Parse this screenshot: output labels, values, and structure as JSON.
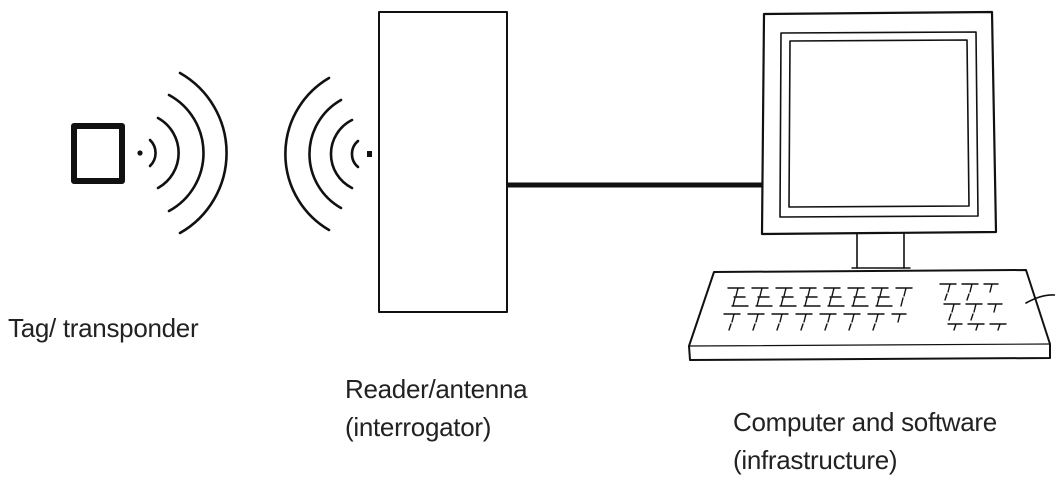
{
  "labels": {
    "tag": "Tag/ transponder",
    "reader_line1": "Reader/antenna",
    "reader_line2": "(interrogator)",
    "computer_line1": "Computer and software",
    "computer_line2": "(infrastructure)"
  },
  "colors": {
    "stroke": "#111111",
    "text": "#222222",
    "background": "#ffffff"
  },
  "icons": {
    "tag": "tag-square-icon",
    "tag_waves": "radio-waves-icon",
    "reader_waves": "radio-waves-icon",
    "computer": "desktop-computer-icon",
    "keyboard": "keyboard-icon"
  }
}
